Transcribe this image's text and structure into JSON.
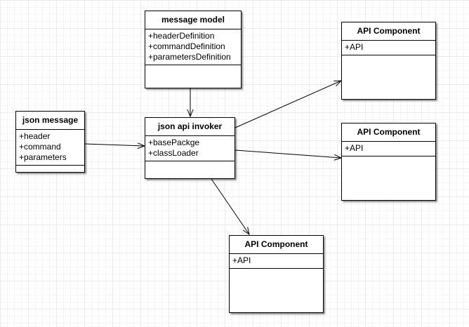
{
  "classes": {
    "message_model": {
      "title": "message model",
      "attributes": [
        "+headerDefinition",
        "+commandDefinition",
        "+parametersDefinition"
      ]
    },
    "json_message": {
      "title": "json message",
      "attributes": [
        "+header",
        "+command",
        "+parameters"
      ]
    },
    "json_api_invoker": {
      "title": "json api invoker",
      "attributes": [
        "+basePackge",
        "+classLoader"
      ]
    },
    "api_component_top": {
      "title": "API Component",
      "attributes": [
        "+API"
      ]
    },
    "api_component_middle": {
      "title": "API Component",
      "attributes": [
        "+API"
      ]
    },
    "api_component_bottom": {
      "title": "API Component",
      "attributes": [
        "+API"
      ]
    }
  },
  "colors": {
    "line": "#000000",
    "box_fill": "#ffffff",
    "grid": "#ebebeb"
  }
}
